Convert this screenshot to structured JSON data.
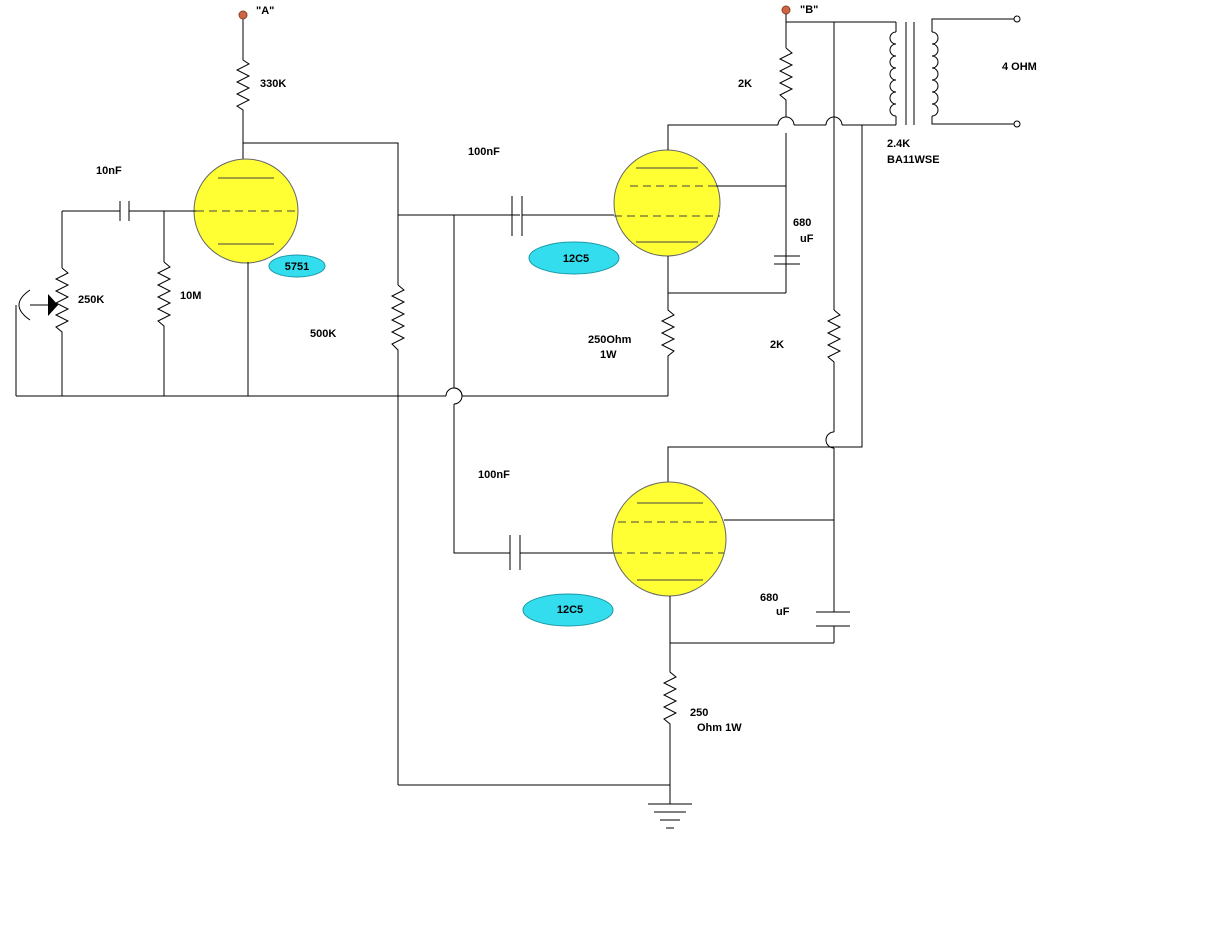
{
  "terminals": {
    "a": "\"A\"",
    "b": "\"B\""
  },
  "resistors": {
    "plate_330k": "330K",
    "plate_2k": "2K",
    "screen_2k": "2K",
    "grid_10m": "10M",
    "grid_500k": "500K",
    "cathode_upper_1": "250Ohm",
    "cathode_upper_2": "1W",
    "cathode_lower_1": "250",
    "cathode_lower_2": "Ohm  1W"
  },
  "potentiometer": {
    "label": "250K"
  },
  "capacitors": {
    "input": "10nF",
    "coupling_upper": "100nF",
    "coupling_lower": "100nF",
    "bypass_upper_1": "680",
    "bypass_upper_2": "uF",
    "bypass_lower_1": "680",
    "bypass_lower_2": "uF"
  },
  "tubes": {
    "preamp": "5751",
    "output_upper": "12C5",
    "output_lower": "12C5"
  },
  "transformer": {
    "primary_1": "2.4K",
    "primary_2": "BA11WSE",
    "secondary": "4 OHM"
  },
  "colors": {
    "tube_fill": "#ffff33",
    "badge_fill": "#33ddee",
    "terminal_node": "#cc6644"
  }
}
